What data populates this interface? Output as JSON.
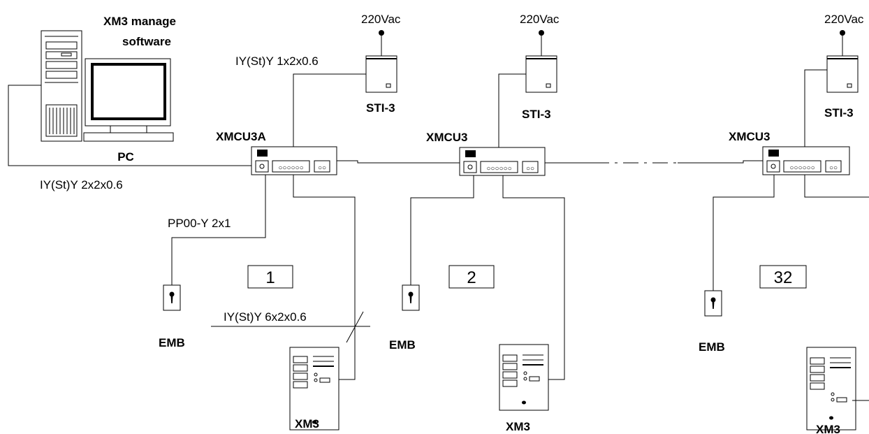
{
  "software": {
    "line1": "XM3 manage",
    "line2": "software"
  },
  "pc": {
    "label": "PC"
  },
  "cables": {
    "pc_bus": "IY(St)Y 2x2x0.6",
    "psu_feed": "IY(St)Y 1x2x0.6",
    "emb_cable": "PP00-Y 2x1",
    "xm3_cable": "IY(St)Y 6x2x0.6"
  },
  "controllers": [
    {
      "label": "XMCU3A"
    },
    {
      "label": "XMCU3"
    },
    {
      "label": "XMCU3"
    }
  ],
  "power_supplies": [
    {
      "label": "STI-3",
      "supply": "220Vac"
    },
    {
      "label": "STI-3",
      "supply": "220Vac"
    },
    {
      "label": "STI-3",
      "supply": "220Vac"
    }
  ],
  "zones": [
    "1",
    "2",
    "32"
  ],
  "emb_units": [
    {
      "label": "EMB"
    },
    {
      "label": "EMB"
    },
    {
      "label": "EMB"
    }
  ],
  "xm3_units": [
    {
      "label": "XM3"
    },
    {
      "label": "XM3"
    },
    {
      "label": "XM3"
    }
  ]
}
